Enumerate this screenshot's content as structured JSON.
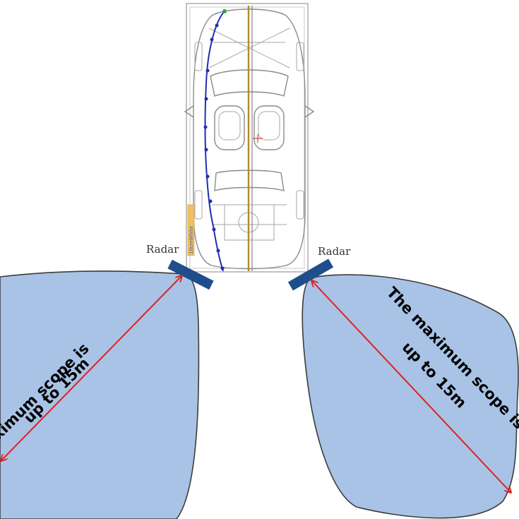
{
  "radars": {
    "left": {
      "label": "Radar"
    },
    "right": {
      "label": "Radar"
    }
  },
  "coverage": {
    "left": {
      "line1": "The maximum scope is",
      "line2": "up to 15m"
    },
    "right": {
      "line1": "The maximum scope is",
      "line2": "up to 15m"
    }
  },
  "car_ruler_text": "10cmWhite",
  "colors": {
    "zone_fill": "#a9c3e6",
    "zone_stroke": "#3c3c3c",
    "radar_bar": "#1f4e8c",
    "range_arrow": "#e02020",
    "trajectory": "#1f2fb0",
    "centerline": "#b38b2a"
  }
}
